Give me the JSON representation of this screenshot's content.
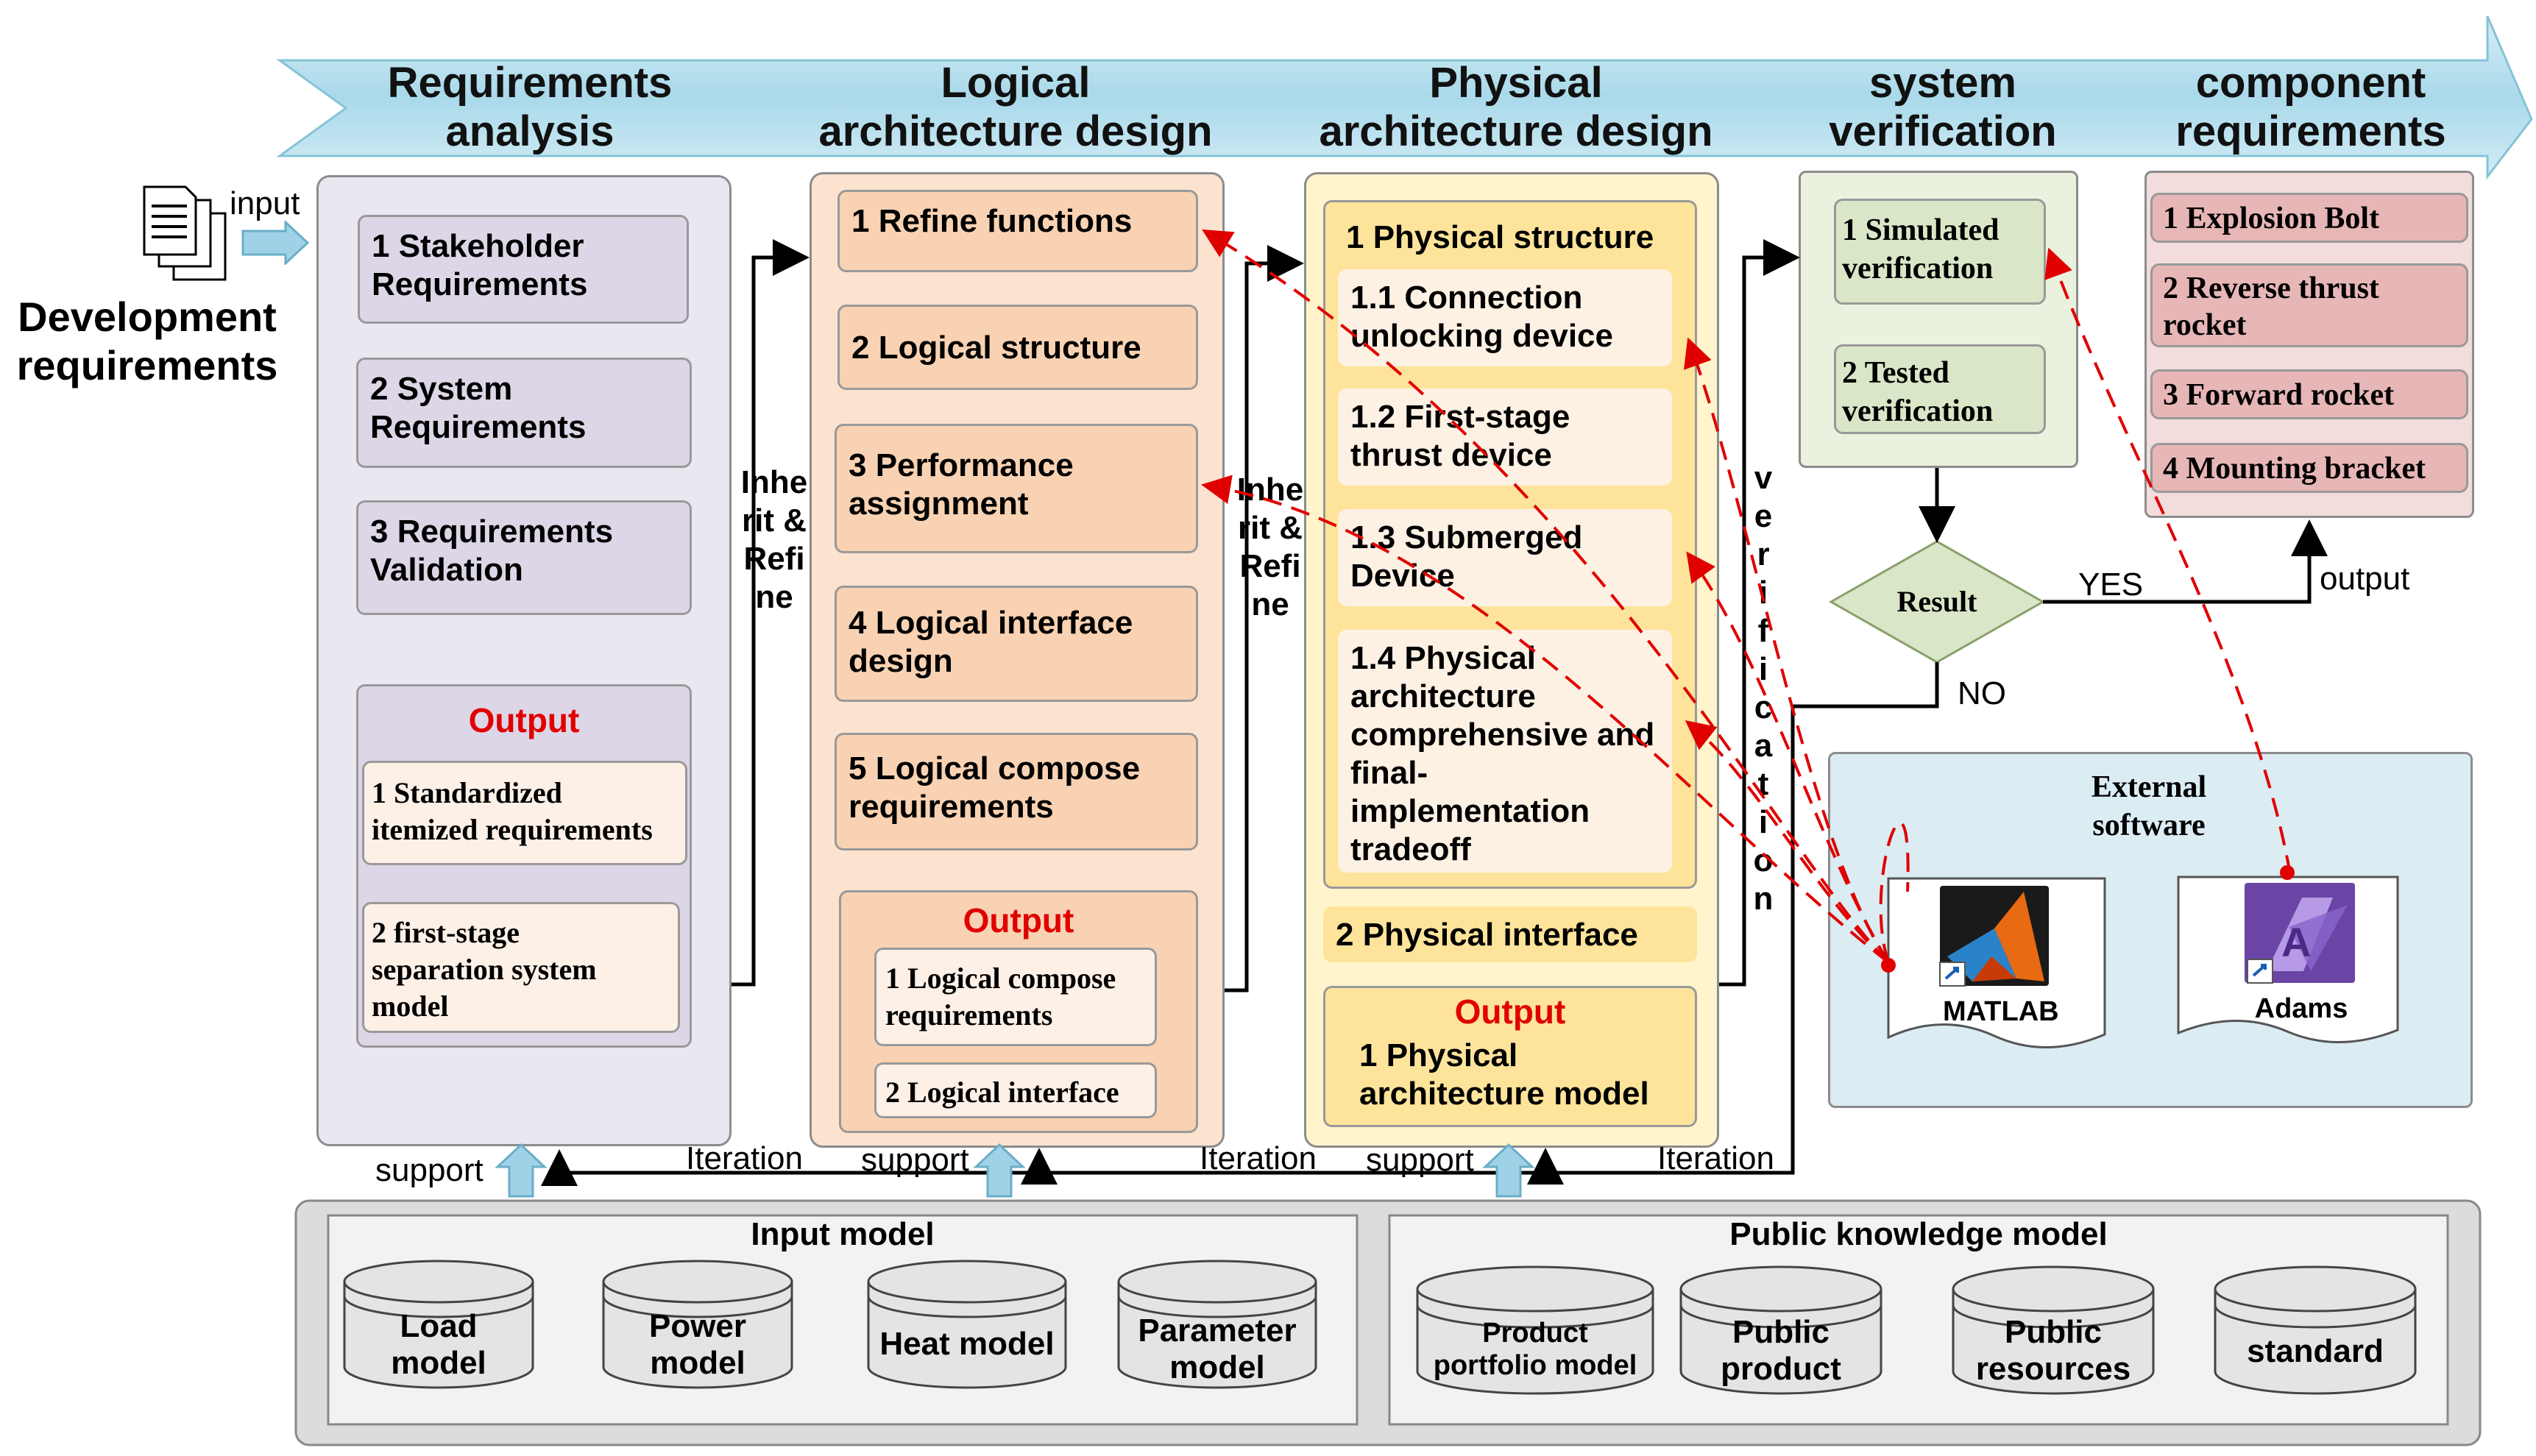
{
  "phases": [
    "Requirements\nanalysis",
    "Logical\narchitecture design",
    "Physical\narchitecture design",
    "system\nverification",
    "component\nrequirements"
  ],
  "input": {
    "label": "input",
    "development": "Development\nrequirements"
  },
  "requirements": {
    "items": [
      "1 Stakeholder\nRequirements",
      "2 System\nRequirements",
      "3 Requirements\nValidation"
    ],
    "output_title": "Output",
    "outputs": [
      "1 Standardized\nitemized requirements",
      "2 first-stage\nseparation system\nmodel"
    ]
  },
  "logical": {
    "items": [
      "1 Refine  functions",
      "2 Logical structure",
      "3 Performance\nassignment",
      "4 Logical interface\ndesign",
      "5 Logical compose\nrequirements"
    ],
    "output_title": "Output",
    "outputs": [
      "1 Logical compose\nrequirements",
      "2 Logical interface"
    ]
  },
  "physical": {
    "structure_title": "1 Physical  structure",
    "sub_items": [
      "1.1  Connection\nunlocking device",
      "1.2 First-stage\nthrust device",
      "1.3 Submerged\nDevice",
      "1.4 Physical\narchitecture\ncomprehensive and\nfinal-\nimplementation\ntradeoff"
    ],
    "interface": "2 Physical interface",
    "output_title": "Output",
    "output_item": "1 Physical\narchitecture model"
  },
  "inherit_label": "Inhe\nrit &\nRefi\nne",
  "verification_label": "v\ne\nr\ni\nf\ni\nc\na\nt\ni\no\nn",
  "verification": {
    "items": [
      "1 Simulated\nverification",
      "2 Tested\nverification"
    ],
    "result": "Result",
    "yes": "YES",
    "no": "NO",
    "output": "output"
  },
  "components": [
    "1  Explosion Bolt",
    "2 Reverse thrust\nrocket",
    "3 Forward rocket",
    "4 Mounting bracket"
  ],
  "external": {
    "title": "External\nsoftware",
    "tools": [
      "MATLAB",
      "Adams"
    ]
  },
  "flow_labels": {
    "support": "support",
    "iteration": "Iteration"
  },
  "input_model": {
    "title": "Input model",
    "items": [
      "Load\nmodel",
      "Power\nmodel",
      "Heat model",
      "Parameter\nmodel"
    ]
  },
  "public_model": {
    "title": "Public knowledge model",
    "items": [
      "Product\nportfolio model",
      "Public\nproduct",
      "Public\nresources",
      "standard"
    ]
  },
  "colors": {
    "banner": "#b8e0ec",
    "req_panel": "#ebe7f1",
    "req_box": "#dcd6e6",
    "logic_panel": "#fbe3d0",
    "logic_box": "#f8d2b2",
    "logic_out": "#fdf0e6",
    "phys_panel": "#fff4cc",
    "phys_box": "#fde49a",
    "phys_sub": "#fdf1e4",
    "verif_panel": "#eaf1df",
    "verif_box": "#d9e6c7",
    "comp_panel": "#f2dcdc",
    "comp_box": "#e7b6b6",
    "external_panel": "#dbecf3",
    "model_panel": "#dcdcdc",
    "dashed_arrow": "#e00000"
  }
}
